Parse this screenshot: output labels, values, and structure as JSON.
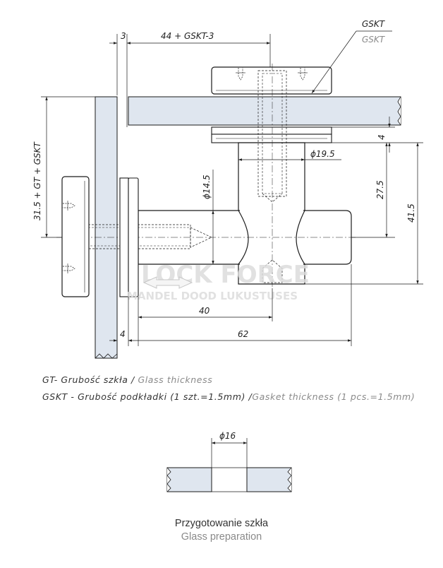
{
  "colors": {
    "glass": "#dfe6ef",
    "line": "#1a1a1a",
    "grey_text": "#8a8a8a"
  },
  "dimensions": {
    "gap_3": "3",
    "offset_44": "44 + GSKT-3",
    "gasket_top": "GSKT",
    "gasket_bottom": "GSKT",
    "vertical_left": "31.5 + GT + GSKT",
    "diameter_19_5": "ϕ19.5",
    "diameter_14_5": "ϕ14.5",
    "gap_4_right": "4",
    "height_27_5": "27.5",
    "height_41_5": "41.5",
    "width_40": "40",
    "gap_4_bottom": "4",
    "width_62": "62",
    "hole_diameter": "ϕ16"
  },
  "watermark": {
    "brand": "LOCK FORCE",
    "subtitle": "MANDEL DOOD LUKUSTUSES"
  },
  "legend": {
    "gt_pl": "GT- Grubość szkła / ",
    "gt_en": "Glass thickness",
    "gskt_pl": "GSKT - Grubość podkładki (1 szt.=1.5mm) /",
    "gskt_en": "Gasket thickness (1 pcs.=1.5mm)"
  },
  "caption": {
    "pl": "Przygotowanie szkła",
    "en": "Glass preparation"
  }
}
